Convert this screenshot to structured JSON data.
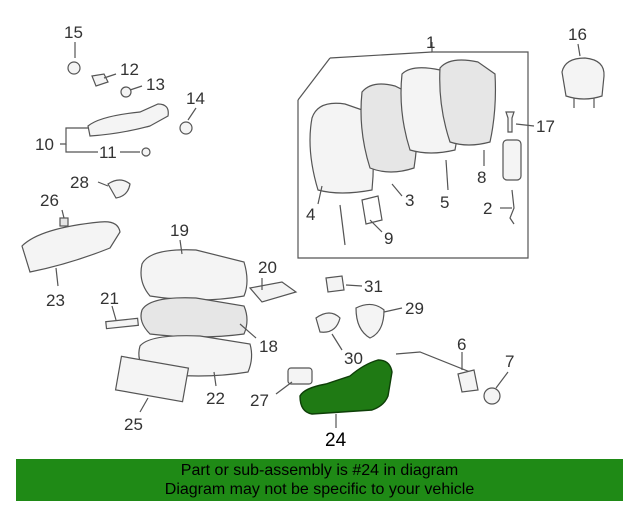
{
  "callouts": {
    "p1": "1",
    "p2": "2",
    "p3": "3",
    "p4": "4",
    "p5": "5",
    "p6": "6",
    "p7": "7",
    "p8": "8",
    "p9": "9",
    "p10": "10",
    "p11": "11",
    "p12": "12",
    "p13": "13",
    "p14": "14",
    "p15": "15",
    "p16": "16",
    "p17": "17",
    "p18": "18",
    "p19": "19",
    "p20": "20",
    "p21": "21",
    "p22": "22",
    "p23": "23",
    "p24": "24",
    "p25": "25",
    "p26": "26",
    "p27": "27",
    "p28": "28",
    "p29": "29",
    "p30": "30",
    "p31": "31"
  },
  "highlight": {
    "part": "24",
    "color": "#1f7a14"
  },
  "banner": {
    "line1": "Part or sub-assembly is #24 in diagram",
    "line2": "Diagram may not be specific to your vehicle",
    "color": "#1f8a16"
  }
}
